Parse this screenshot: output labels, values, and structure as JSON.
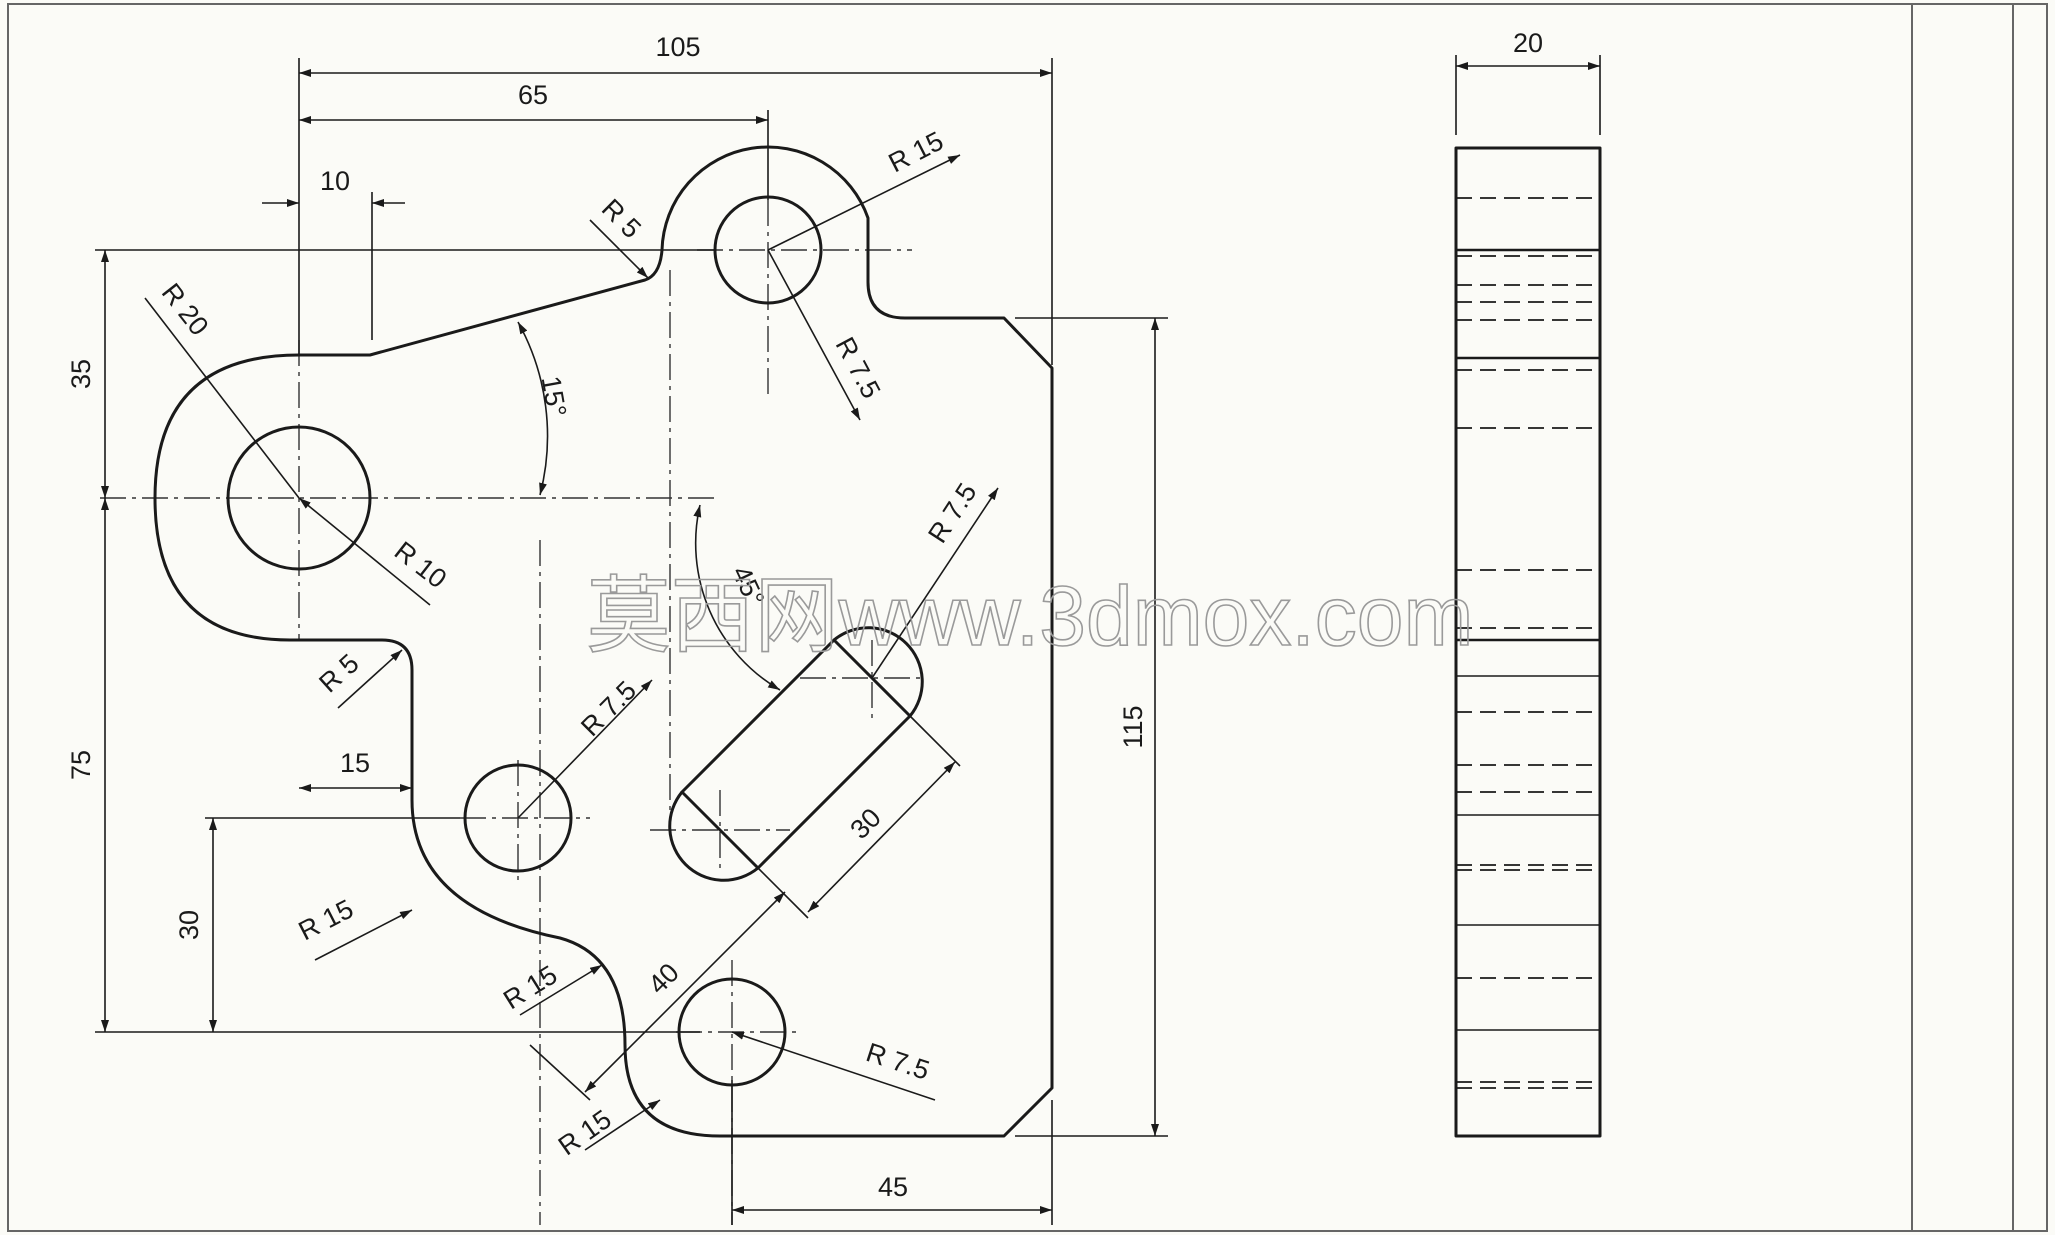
{
  "drawing": {
    "dimensions": {
      "overall_width": "105",
      "boss_center": "65",
      "offset_10": "10",
      "height_35": "35",
      "height_75": "75",
      "height_30": "30",
      "width_15": "15",
      "side_height": "115",
      "bottom_45": "45",
      "slot_length": "30",
      "diag_40": "40",
      "thickness": "20",
      "angle_15": "15°",
      "angle_45": "45°"
    },
    "radii": {
      "r20": "R 20",
      "r10": "R 10",
      "r5_top": "R 5",
      "r5_left": "R 5",
      "r15_top": "R 15",
      "r7_5_top": "R 7.5",
      "r7_5_slot": "R 7.5",
      "r7_5_mid": "R 7.5",
      "r15_mid": "R 15",
      "r15_low": "R 15",
      "r15_bottom": "R 15",
      "r7_5_bottom": "R 7.5"
    }
  },
  "watermark": "莫西网www.3dmox.com"
}
